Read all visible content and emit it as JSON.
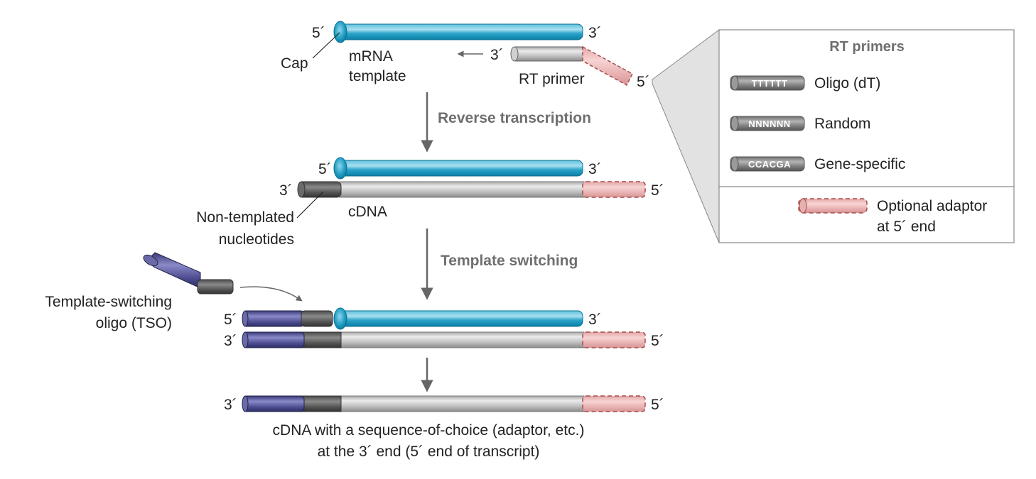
{
  "colors": {
    "mrna": "#1a93b8",
    "cdna": "#c4c4c4",
    "non_templated": "#5a5a5a",
    "tso": "#4a4a8a",
    "adaptor": "#e8b4b4",
    "adaptor_border": "#a84a4a",
    "step_text": "#6f6f6f",
    "legend_border": "#888888",
    "legend_trapezoid": "#e2e2e2"
  },
  "top": {
    "mrna_5": "5´",
    "mrna_3": "3´",
    "cap_label": "Cap",
    "mrna_label_line1": "mRNA",
    "mrna_label_line2": "template",
    "primer_3": "3´",
    "primer_5": "5´",
    "primer_label": "RT primer"
  },
  "steps": {
    "reverse_transcription": "Reverse transcription",
    "template_switching": "Template switching"
  },
  "stage2": {
    "mrna_5": "5´",
    "mrna_3": "3´",
    "cdna_3": "3´",
    "cdna_5": "5´",
    "cdna_label": "cDNA",
    "nontemplated_line1": "Non-templated",
    "nontemplated_line2": "nucleotides"
  },
  "stage3": {
    "tso_label_line1": "Template-switching",
    "tso_label_line2": "oligo (TSO)",
    "top_5": "5´",
    "top_3": "3´",
    "bottom_3": "3´",
    "bottom_5": "5´"
  },
  "stage4": {
    "left_3": "3´",
    "right_5": "5´",
    "caption_line1": "cDNA with a sequence-of-choice (adaptor, etc.)",
    "caption_line2": "at the 3´ end (5´ end of transcript)"
  },
  "legend": {
    "title": "RT primers",
    "items": [
      {
        "seq": "TTTTTT",
        "label": "Oligo (dT)"
      },
      {
        "seq": "NNNNNN",
        "label": "Random"
      },
      {
        "seq": "CCACGA",
        "label": "Gene-specific"
      }
    ],
    "adaptor_label_line1": "Optional adaptor",
    "adaptor_label_line2": "at 5´ end"
  }
}
